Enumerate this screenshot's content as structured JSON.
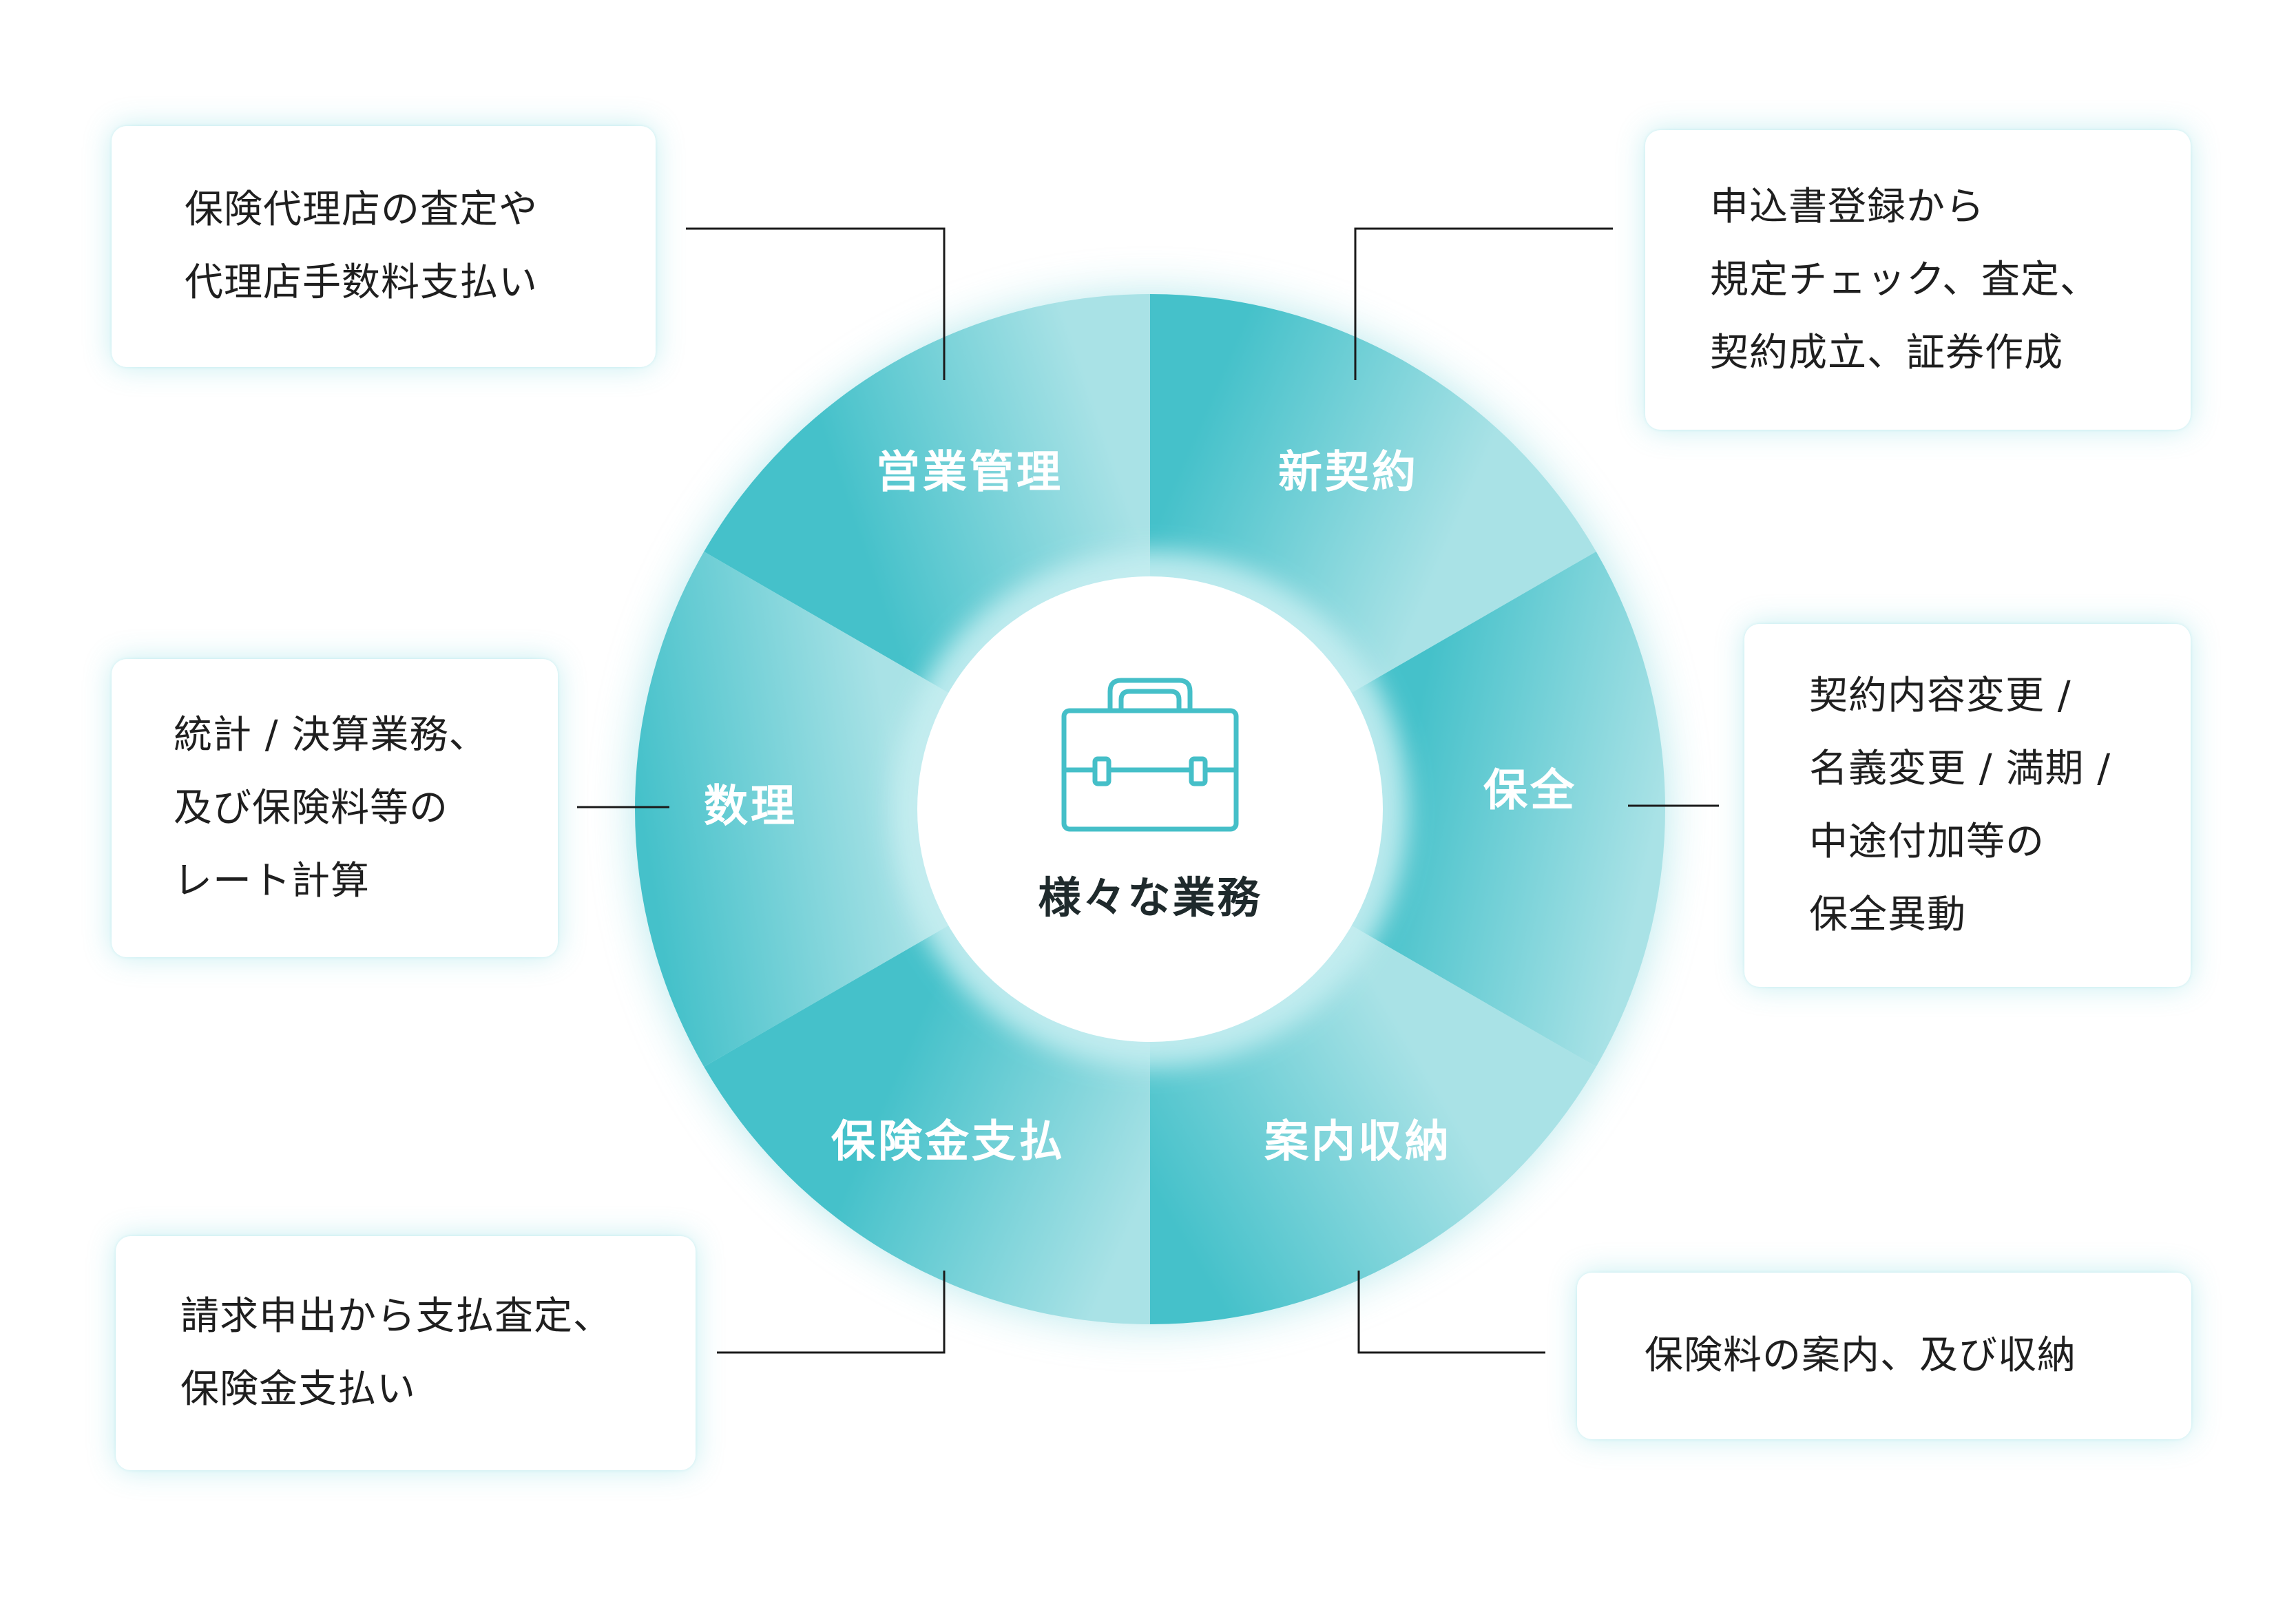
{
  "center": {
    "label": "様々な業務",
    "icon": "briefcase-icon"
  },
  "colors": {
    "teal_dark": "#45c1ca",
    "teal_light": "#a9e2e6",
    "card_glow": "#46c8d2",
    "text": "#1f1f1f"
  },
  "segments": [
    {
      "id": "eigyo",
      "label": "営業管理"
    },
    {
      "id": "shinkeiyaku",
      "label": "新契約"
    },
    {
      "id": "hozen",
      "label": "保全"
    },
    {
      "id": "annai",
      "label": "案内収納"
    },
    {
      "id": "hokenkin",
      "label": "保険金支払"
    },
    {
      "id": "suri",
      "label": "数理"
    }
  ],
  "cards": {
    "eigyo": {
      "lines": [
        "保険代理店の査定や",
        "代理店手数料支払い"
      ]
    },
    "shinkeiyaku": {
      "lines": [
        "申込書登録から",
        "規定チェック、査定、",
        "契約成立、証券作成"
      ]
    },
    "hozen": {
      "lines": [
        "契約内容変更 /",
        "名義変更 / 満期 /",
        "中途付加等の",
        "保全異動"
      ]
    },
    "annai": {
      "lines": [
        "保険料の案内、及び収納"
      ]
    },
    "hokenkin": {
      "lines": [
        "請求申出から支払査定、",
        "保険金支払い"
      ]
    },
    "suri": {
      "lines": [
        "統計 / 決算業務、",
        "及び保険料等の",
        "レート計算"
      ]
    }
  }
}
